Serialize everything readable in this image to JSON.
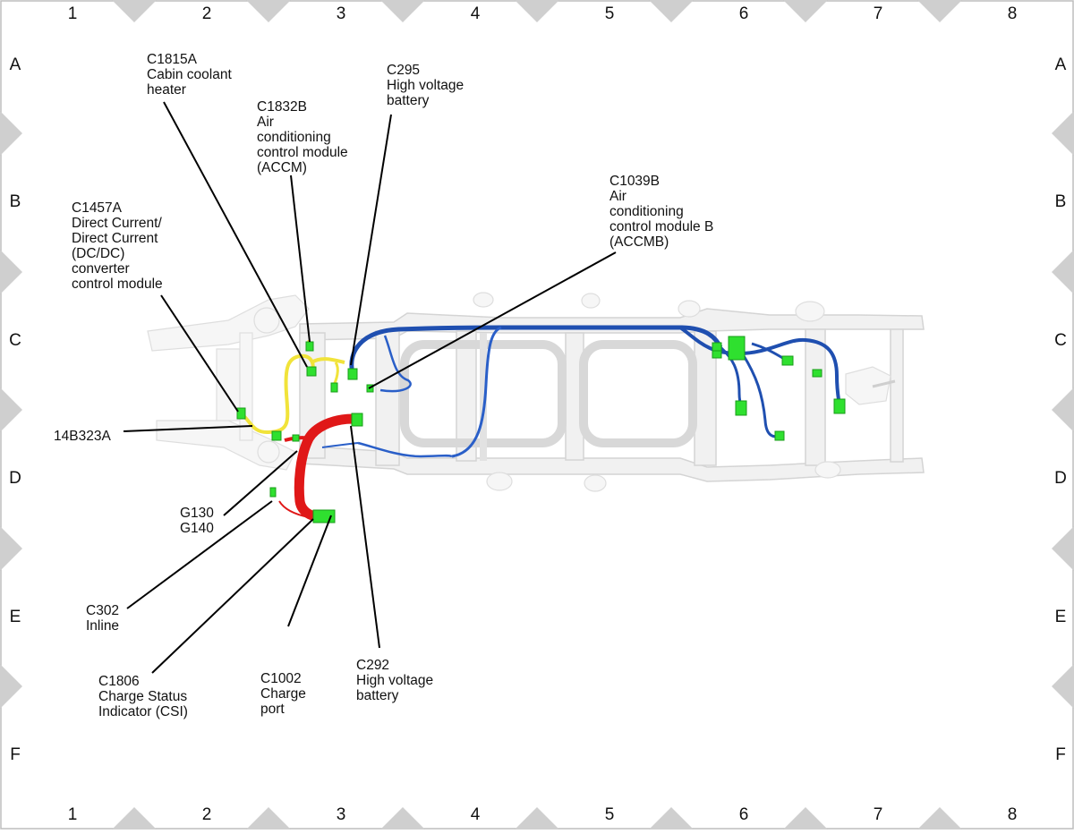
{
  "grid": {
    "columns": [
      "1",
      "2",
      "3",
      "4",
      "5",
      "6",
      "7",
      "8"
    ],
    "rows": [
      "A",
      "B",
      "C",
      "D",
      "E",
      "F"
    ]
  },
  "colors": {
    "harness_yellow": "#f1e33a",
    "harness_red": "#e01818",
    "harness_blue": "#1f4fb0",
    "connector_green": "#2fe02f",
    "frame_grey": "#e9e9e9"
  },
  "callouts": [
    {
      "id": "c1815a",
      "lines": [
        "C1815A",
        "Cabin coolant",
        "heater"
      ]
    },
    {
      "id": "c1832b",
      "lines": [
        "C1832B",
        "Air",
        "conditioning",
        "control module",
        "(ACCM)"
      ]
    },
    {
      "id": "c295",
      "lines": [
        "C295",
        "High voltage",
        "battery"
      ]
    },
    {
      "id": "c1039b",
      "lines": [
        "C1039B",
        "Air",
        "conditioning",
        "control module B",
        "(ACCMB)"
      ]
    },
    {
      "id": "c1457a",
      "lines": [
        "C1457A",
        "Direct Current/",
        "Direct Current",
        "(DC/DC)",
        "converter",
        "control module"
      ]
    },
    {
      "id": "14b323a",
      "lines": [
        "14B323A"
      ]
    },
    {
      "id": "g130",
      "lines": [
        "G130",
        "G140"
      ]
    },
    {
      "id": "c302",
      "lines": [
        "C302",
        "Inline"
      ]
    },
    {
      "id": "c1806",
      "lines": [
        "C1806",
        "Charge Status",
        "Indicator (CSI)"
      ]
    },
    {
      "id": "c1002",
      "lines": [
        "C1002",
        "Charge",
        "port"
      ]
    },
    {
      "id": "c292",
      "lines": [
        "C292",
        "High voltage",
        "battery"
      ]
    }
  ]
}
